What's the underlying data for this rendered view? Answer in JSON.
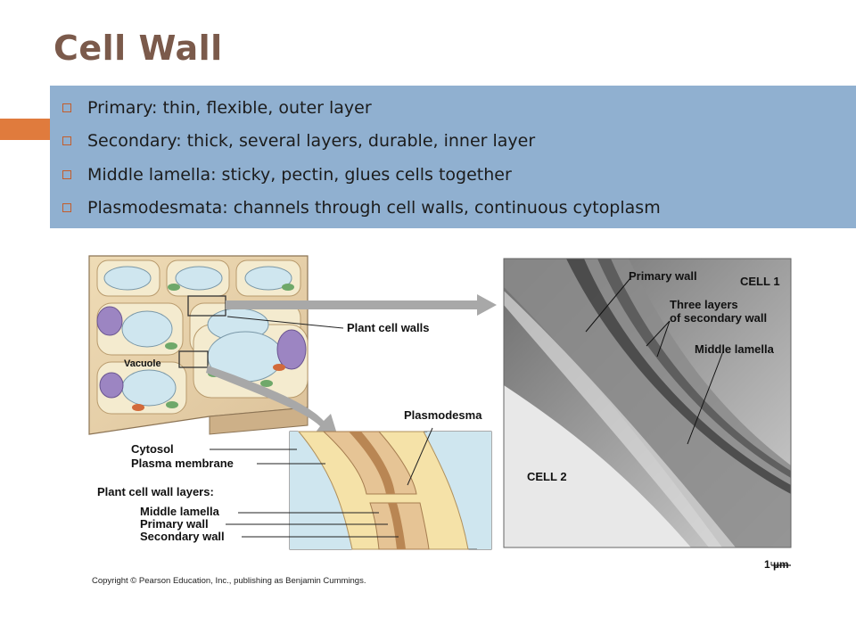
{
  "slide": {
    "title": "Cell Wall",
    "bullets": [
      "Primary: thin, flexible, outer layer",
      "Secondary: thick, several layers, durable, inner layer",
      "Middle lamella: sticky, pectin, glues cells together",
      "Plasmodesmata: channels through cell walls, continuous cytoplasm"
    ]
  },
  "figure": {
    "labels": {
      "plant_cell_walls": "Plant cell walls",
      "vacuole": "Vacuole",
      "plasmodesma": "Plasmodesma",
      "cytosol": "Cytosol",
      "plasma_membrane": "Plasma membrane",
      "wall_layers_heading": "Plant cell wall layers:",
      "middle_lamella": "Middle lamella",
      "primary_wall": "Primary wall",
      "secondary_wall": "Secondary wall"
    },
    "micrograph": {
      "primary_wall": "Primary wall",
      "cell_1": "CELL 1",
      "three_layers_line1": "Three layers",
      "three_layers_line2": "of secondary wall",
      "middle_lamella": "Middle lamella",
      "cell_2": "CELL 2",
      "scale_bar": "1 µm"
    }
  },
  "copyright": "Copyright © Pearson Education, Inc., publishing as Benjamin Cummings.",
  "colors": {
    "title": "#7b5a4b",
    "accent": "#e07b3d",
    "panel": "#90b0d0"
  }
}
